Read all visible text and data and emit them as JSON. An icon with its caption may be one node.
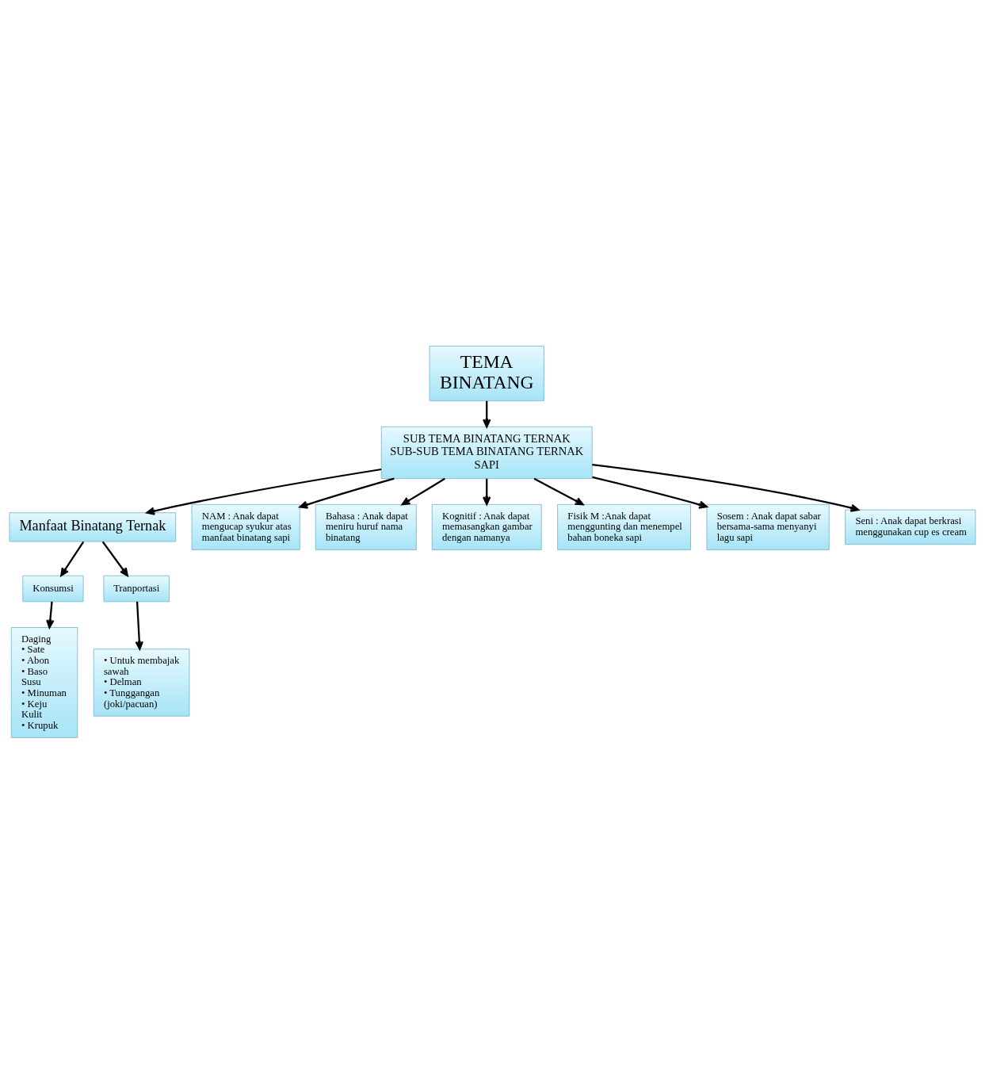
{
  "diagram": {
    "nodes": [
      {
        "text": [
          "TEMA BINATANG"
        ]
      },
      {
        "text": [
          "SUB TEMA BINATANG TERNAK",
          "SUB-SUB TEMA BINATANG TERNAK SAPI"
        ]
      },
      {
        "text": [
          "Manfaat Binatang Ternak"
        ]
      },
      {
        "text": [
          "Konsumsi"
        ]
      },
      {
        "text": [
          "Tranportasi"
        ]
      },
      {
        "text": [
          "Daging",
          "• Sate",
          "• Abon",
          "• Baso",
          "Susu",
          "• Minuman",
          "• Keju",
          "Kulit",
          "• Krupuk"
        ]
      },
      {
        "text": [
          "• Untuk membajak sawah",
          "• Delman",
          "• Tunggangan (joki/pacuan)"
        ]
      },
      {
        "text": [
          "NAM : Anak dapat mengucap syukur atas manfaat binatang sapi"
        ]
      },
      {
        "text": [
          "Bahasa : Anak dapat meniru huruf nama binatang"
        ]
      },
      {
        "text": [
          "Kognitif : Anak dapat memasangkan gambar dengan namanya"
        ]
      },
      {
        "text": [
          "Fisik M :Anak dapat menggunting dan menempel bahan boneka sapi"
        ]
      },
      {
        "text": [
          "Sosem : Anak dapat sabar bersama-sama menyanyi lagu sapi"
        ]
      },
      {
        "text": [
          "Seni : Anak dapat berkrasi menggunakan cup es cream"
        ]
      }
    ],
    "edges": [
      {
        "from": 0,
        "to": 1,
        "arrow": "to"
      },
      {
        "from": 1,
        "to": 2,
        "arrow": "to"
      },
      {
        "from": 2,
        "to": 3,
        "arrow": "to"
      },
      {
        "from": 2,
        "to": 4,
        "arrow": "to"
      },
      {
        "from": 3,
        "to": 5,
        "arrow": "to"
      },
      {
        "from": 4,
        "to": 6,
        "arrow": "to"
      },
      {
        "from": 1,
        "to": 7,
        "arrow": "to"
      },
      {
        "from": 1,
        "to": 8,
        "arrow": "to"
      },
      {
        "from": 1,
        "to": 9,
        "arrow": "to"
      },
      {
        "from": 1,
        "to": 10,
        "arrow": "to"
      },
      {
        "from": 1,
        "to": 11,
        "arrow": "to"
      },
      {
        "from": 1,
        "to": 12,
        "arrow": "to"
      }
    ]
  }
}
